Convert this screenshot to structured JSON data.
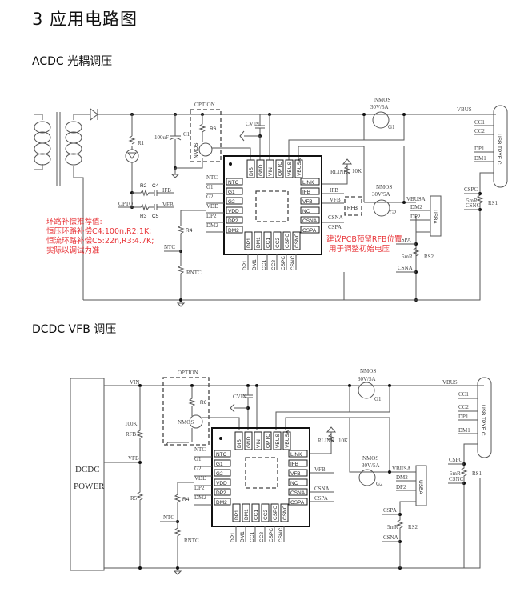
{
  "page": {
    "section_title": "3  应用电路图",
    "acdc_heading": "ACDC 光耦调压",
    "dcdc_heading": "DCDC VFB 调压"
  },
  "acdc": {
    "option_label": "OPTION",
    "r1": "R1",
    "r2": "R2",
    "r3": "R3",
    "r4": "R4",
    "r6": "R6",
    "c1": "C1",
    "c1_value": "100uF",
    "c4": "C4",
    "c5": "C5",
    "cvin": "CVIN",
    "ntc_res": "RNTC",
    "nmos_opt": "NMOS",
    "opto_net": "OPTO",
    "ifb_net": "IFB",
    "vfb_net": "VFB",
    "rlink": "RLINK",
    "rlink_value": "10K",
    "rfb": "RFB",
    "g1_label": "NMOS",
    "g1_rating": "30V/5A",
    "g1": "G1",
    "g2_label": "NMOS",
    "g2_rating": "30V/5A",
    "g2": "G2",
    "vbus": "VBUS",
    "vbusa": "VBUSA",
    "usb_c": "USB TPYE C",
    "usb_a": "USBA",
    "rs1": "RS1",
    "rs1_value": "5mR",
    "rs2": "RS2",
    "rs2_value": "5mR",
    "note_compensation": [
      "环路补偿推荐值:",
      "恒压环路补偿C4:100n,R2:1K;",
      "恒流环路补偿C5:22n,R3:4.7K;",
      "实际以调试为准"
    ],
    "note_rfb": [
      "建议PCB预留RFB位置",
      "用于调整初始电压"
    ]
  },
  "dcdc": {
    "option_label": "OPTION",
    "power_block": [
      "DCDC",
      "POWER"
    ],
    "vin": "VIN",
    "vfb": "VFB",
    "rfb_label": "RFB",
    "rfb_value": "100K",
    "r5": "R5",
    "r4": "R4",
    "r6": "R6",
    "ntc_res": "RNTC",
    "nmos_opt": "NMOS",
    "cvin": "CVIN",
    "rlink": "RLINK",
    "rlink_value": "10K",
    "g1_label": "NMOS",
    "g1_rating": "30V/5A",
    "g1": "G1",
    "g2_label": "NMOS",
    "g2_rating": "30V/5A",
    "g2": "G2",
    "vbus": "VBUS",
    "vbusa": "VBUSA",
    "usb_c": "USB TPYE C",
    "usb_a": "USBA",
    "rs1": "RS1",
    "rs1_value": "5mR",
    "rs2": "RS2",
    "rs2_value": "5mR"
  },
  "ic": {
    "top_pins": [
      "DIS",
      "GND",
      "VIN",
      "OPTO",
      "VBUS",
      "VBUSA"
    ],
    "left_pins": [
      "NTC",
      "G1",
      "G2",
      "VDD",
      "DP2",
      "DM2"
    ],
    "right_pins": [
      "LINK",
      "IFB",
      "VFB",
      "NC",
      "CSNA",
      "CSPA"
    ],
    "bottom_pins": [
      "DP1",
      "DM1",
      "CC1",
      "CC2",
      "CSPC",
      "CSNC"
    ],
    "left_nets": [
      "NTC",
      "G1",
      "G2",
      "VDD",
      "DP2",
      "DM2"
    ],
    "right_nets": [
      "",
      "IFB",
      "VFB",
      "",
      "CSNA",
      "CSPA"
    ],
    "bottom_nets": [
      "DP1",
      "DM1",
      "CC1",
      "CC2",
      "CSPC",
      "CSNC"
    ]
  },
  "usb_c_pins": [
    "CC1",
    "CC2",
    "DP1",
    "DM1"
  ],
  "usb_a_pins": [
    "DM2",
    "DP2"
  ],
  "sense_nets": [
    "CSPC",
    "CSNC",
    "CSPA",
    "CSNA"
  ]
}
